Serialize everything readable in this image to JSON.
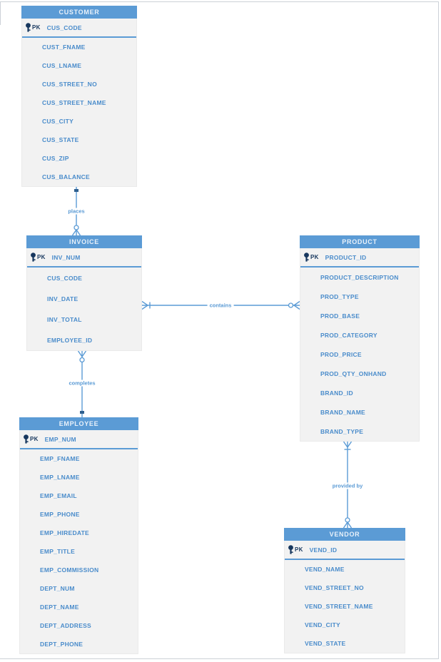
{
  "diagram": {
    "type": "entity-relationship-diagram",
    "colors": {
      "header_bg": "#5B9BD5",
      "header_text": "#E8F1FA",
      "body_bg": "#F2F2F2",
      "field_text": "#4A8CCB",
      "pk_text": "#17375E",
      "connector": "#5B9BD5"
    }
  },
  "entities": {
    "customer": {
      "name": "CUSTOMER",
      "pk_label": "PK",
      "pk": "CUS_CODE",
      "fields": [
        "CUST_FNAME",
        "CUS_LNAME",
        "CUS_STREET_NO",
        "CUS_STREET_NAME",
        "CUS_CITY",
        "CUS_STATE",
        "CUS_ZIP",
        "CUS_BALANCE"
      ]
    },
    "invoice": {
      "name": "INVOICE",
      "pk_label": "PK",
      "pk": "INV_NUM",
      "fields": [
        "CUS_CODE",
        "INV_DATE",
        "INV_TOTAL",
        "EMPLOYEE_ID"
      ]
    },
    "product": {
      "name": "PRODUCT",
      "pk_label": "PK",
      "pk": "PRODUCT_ID",
      "fields": [
        "PRODUCT_DESCRIPTION",
        "PROD_TYPE",
        "PROD_BASE",
        "PROD_CATEGORY",
        "PROD_PRICE",
        "PROD_QTY_ONHAND",
        "BRAND_ID",
        "BRAND_NAME",
        "BRAND_TYPE"
      ]
    },
    "employee": {
      "name": "EMPLOYEE",
      "pk_label": "PK",
      "pk": "EMP_NUM",
      "fields": [
        "EMP_FNAME",
        "EMP_LNAME",
        "EMP_EMAIL",
        "EMP_PHONE",
        "EMP_HIREDATE",
        "EMP_TITLE",
        "EMP_COMMISSION",
        "DEPT_NUM",
        "DEPT_NAME",
        "DEPT_ADDRESS",
        "DEPT_PHONE"
      ]
    },
    "vendor": {
      "name": "VENDOR",
      "pk_label": "PK",
      "pk": "VEND_ID",
      "fields": [
        "VEND_NAME",
        "VEND_STREET_NO",
        "VEND_STREET_NAME",
        "VEND_CITY",
        "VEND_STATE"
      ]
    }
  },
  "relationships": {
    "places": {
      "label": "places",
      "from": "CUSTOMER",
      "to": "INVOICE",
      "from_cardinality": "one",
      "to_cardinality": "zero-or-many"
    },
    "completes": {
      "label": "completes",
      "from": "INVOICE",
      "to": "EMPLOYEE",
      "from_cardinality": "zero-or-many",
      "to_cardinality": "one"
    },
    "contains": {
      "label": "contains",
      "from": "INVOICE",
      "to": "PRODUCT",
      "from_cardinality": "one-or-many",
      "to_cardinality": "zero-or-many"
    },
    "provided_by": {
      "label": "provided by",
      "from": "PRODUCT",
      "to": "VENDOR",
      "from_cardinality": "one-or-many",
      "to_cardinality": "zero-or-many"
    }
  }
}
